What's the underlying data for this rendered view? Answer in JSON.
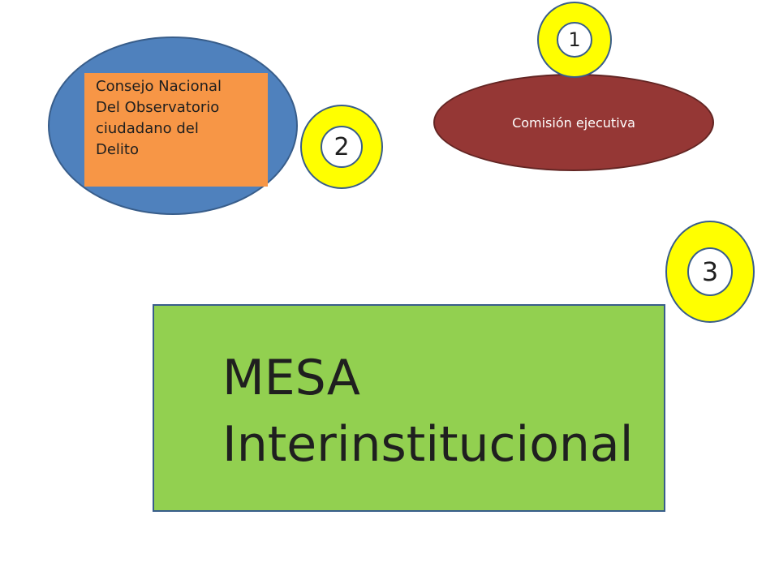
{
  "nodes": {
    "consejo": {
      "lines": [
        "Consejo Nacional",
        "Del Observatorio",
        "ciudadano del",
        "Delito"
      ]
    },
    "comision": {
      "label": "Comisión ejecutiva"
    },
    "mesa": {
      "lines": [
        "MESA",
        "Interinstitucional"
      ]
    }
  },
  "markers": [
    {
      "number": "1"
    },
    {
      "number": "2"
    },
    {
      "number": "3"
    }
  ],
  "colors": {
    "blue_ellipse": "#4f81bd",
    "orange_box": "#f79646",
    "red_ellipse": "#953735",
    "yellow_ring": "#ffff00",
    "green_box": "#92d050",
    "outline": "#385d8a"
  }
}
